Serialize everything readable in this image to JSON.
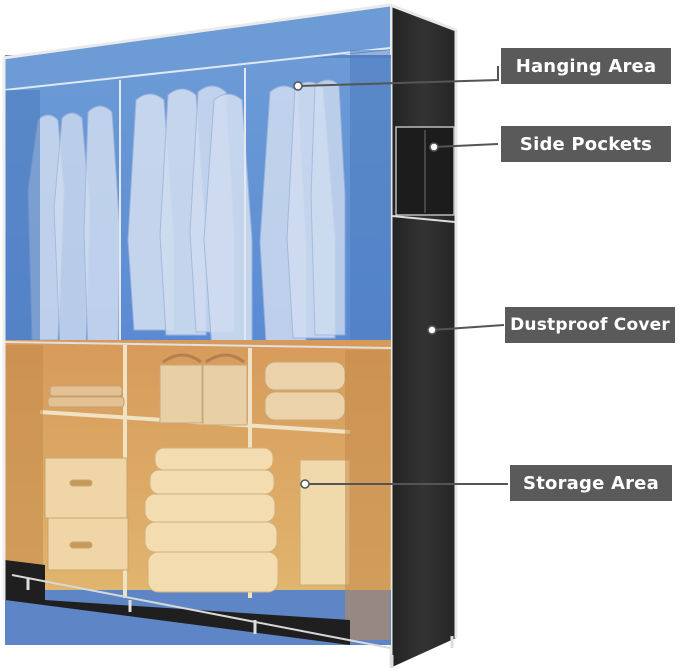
{
  "labels": {
    "hanging_area": "Hanging Area",
    "side_pockets": "Side Pockets",
    "dustproof_cover": "Dustproof Cover",
    "storage_area": "Storage Area"
  },
  "colors": {
    "hanging_overlay": "#6f9fd8",
    "storage_overlay": "#d9a45e",
    "cover_fabric": "#2b2b2b",
    "label_background": "#5a5a5a",
    "label_text": "#ffffff",
    "frame": "#e8e8e8"
  },
  "icons": {
    "hanging_callout": "callout-dot-icon",
    "pockets_callout": "callout-dot-icon",
    "cover_callout": "callout-dot-icon",
    "storage_callout": "callout-dot-icon"
  }
}
